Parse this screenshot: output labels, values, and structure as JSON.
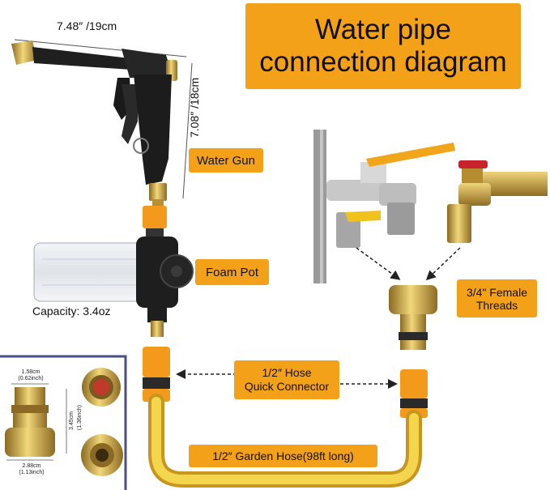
{
  "title": {
    "line1": "Water pipe",
    "line2": "connection diagram"
  },
  "gun": {
    "width_label": "7.48″ /19cm",
    "height_label": "7.08″ /18cm",
    "label": "Water Gun"
  },
  "foam_pot": {
    "label": "Foam Pot",
    "capacity": "Capacity: 3.4oz"
  },
  "threads": {
    "line1": "3/4\" Female",
    "line2": "Threads"
  },
  "connector": {
    "line1": "1/2″ Hose",
    "line2": "Quick Connector"
  },
  "hose": {
    "label": "1/2″ Garden Hose(98ft long)"
  },
  "inset": {
    "top_dim": "1.58cm",
    "top_dim_in": "(0.62inch)",
    "side_dim": "3.45cm",
    "side_dim_in": "(1.36inch)",
    "bottom_dim": "2.88cm",
    "bottom_dim_in": "(1.13inch)"
  },
  "colors": {
    "accent": "#f4a11a",
    "brass": "#c9a44a",
    "orange_part": "#f39a1c",
    "inset_border": "#4a4f86",
    "hose": "#e9c23a"
  }
}
